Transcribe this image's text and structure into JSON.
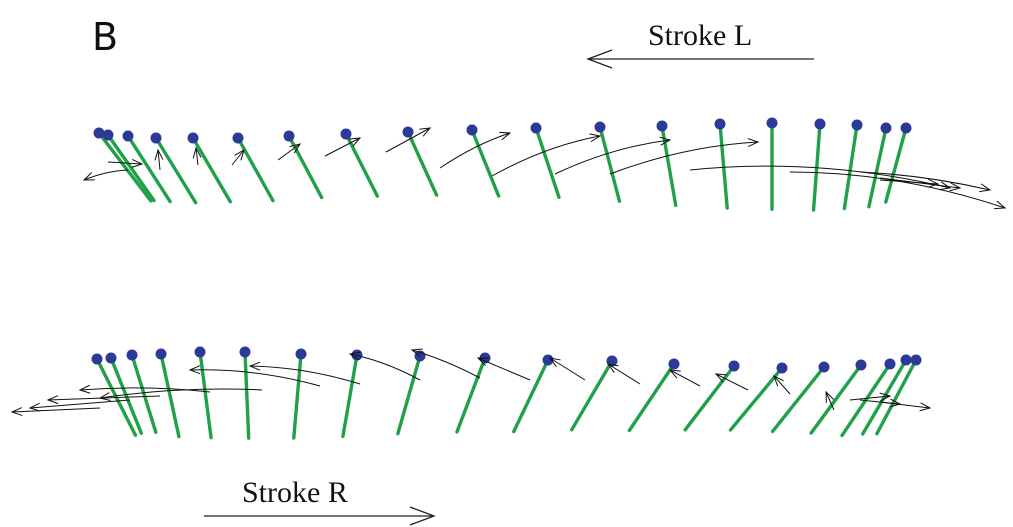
{
  "figure": {
    "panel_label": "B",
    "colors": {
      "bar": "#21a04a",
      "joint": "#2b3a97",
      "vector": "#111111",
      "background": "#ffffff"
    },
    "panels": [
      {
        "id": "top",
        "direction_label": "Stroke L",
        "direction": "left"
      },
      {
        "id": "bottom",
        "direction_label": "Stroke R",
        "direction": "right"
      }
    ]
  }
}
